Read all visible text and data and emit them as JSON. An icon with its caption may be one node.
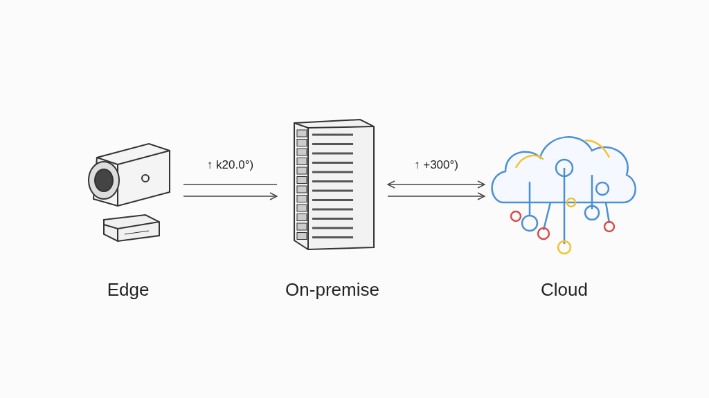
{
  "diagram": {
    "nodes": [
      {
        "text": [
          "Edge"
        ]
      },
      {
        "text": [
          "On-premise"
        ]
      },
      {
        "text": [
          "Cloud"
        ]
      }
    ],
    "edges": [
      {
        "from": 0,
        "to": 1,
        "arrow": "none",
        "label": "↑ k20.0°)"
      },
      {
        "from": 0,
        "to": 1,
        "arrow": "to"
      },
      {
        "from": 1,
        "to": 2,
        "arrow": "both",
        "label": "↑ +300°)"
      },
      {
        "from": 1,
        "to": 2,
        "arrow": "to"
      }
    ]
  }
}
